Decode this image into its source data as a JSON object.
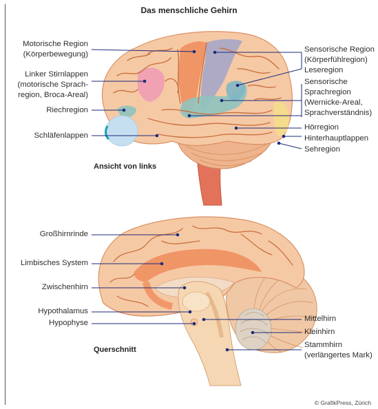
{
  "title": "Das menschliche Gehirn",
  "view_left": {
    "caption": "Ansicht von links",
    "labels_left": {
      "motor": [
        "Motorische Region",
        "(Körperbewegung)"
      ],
      "frontal": [
        "Linker Stirnlappen",
        "(motorische Sprach-",
        "region, Broca-Areal)"
      ],
      "olfactory": "Riechregion",
      "temporal": "Schläfenlappen"
    },
    "labels_right": {
      "sensory": [
        "Sensorische Region",
        "(Körperfühlregion)"
      ],
      "reading": "Leseregion",
      "speech": [
        "Sensorische",
        "Sprachregion",
        "(Wernicke-Areal,",
        "Sprachverständnis)"
      ],
      "hearing": "Hörregion",
      "occipital": "Hinterhauptlappen",
      "visual": "Sehregion"
    }
  },
  "cross_section": {
    "caption": "Querschnitt",
    "labels_left": {
      "cortex": "Großhirnrinde",
      "limbic": "Limbisches System",
      "diencephalon": "Zwischenhirn",
      "hypothalamus": "Hypothalamus",
      "pituitary": "Hypophyse"
    },
    "labels_right": {
      "midbrain": "Mittelhirn",
      "cerebellum": "Kleinhirn",
      "brainstem": [
        "Stammhirn",
        "(verlängertes Mark)"
      ]
    }
  },
  "credit": "© GrafikPress, Zürich",
  "colors": {
    "brain": "#f6c9a5",
    "brain_stroke": "#d98f62",
    "groove": "#c9713f",
    "motor": "#f08f5f",
    "sensory": "#a6a6c8",
    "frontal_pink": "#ef9cb4",
    "teal": "#8fc3bf",
    "light_blue": "#c6dff0",
    "cyan": "#12a3b3",
    "yellow": "#f5dd8a",
    "stem": "#d9644a",
    "leader": "#1a2a78"
  }
}
